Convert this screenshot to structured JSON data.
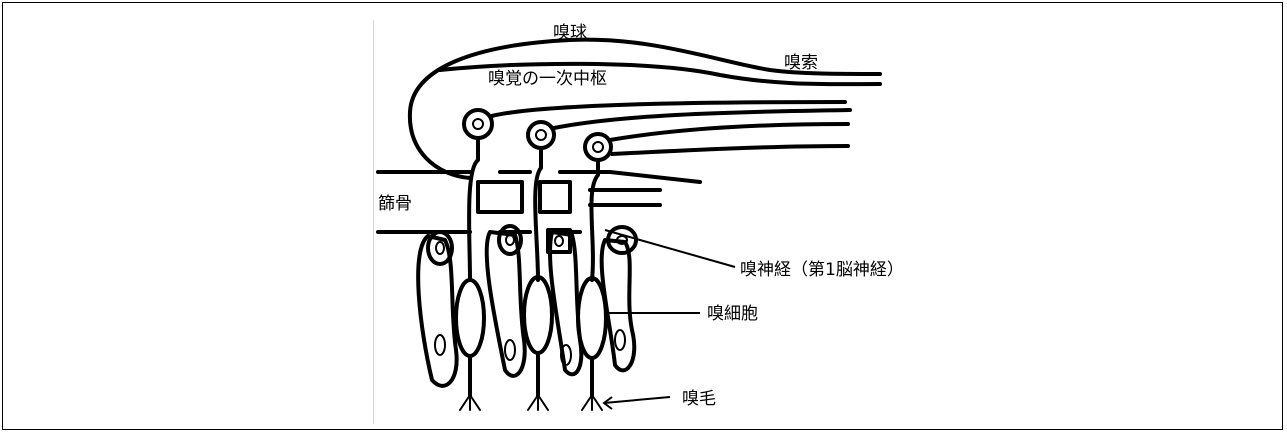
{
  "labels": {
    "olfactory_bulb": "嗅球",
    "olfactory_tract": "嗅索",
    "primary_center": "嗅覚の一次中枢",
    "ethmoid_bone": "篩骨",
    "olfactory_nerve": "嗅神経（第1脳神経）",
    "olfactory_cell": "嗅細胞",
    "olfactory_hair": "嗅毛"
  }
}
